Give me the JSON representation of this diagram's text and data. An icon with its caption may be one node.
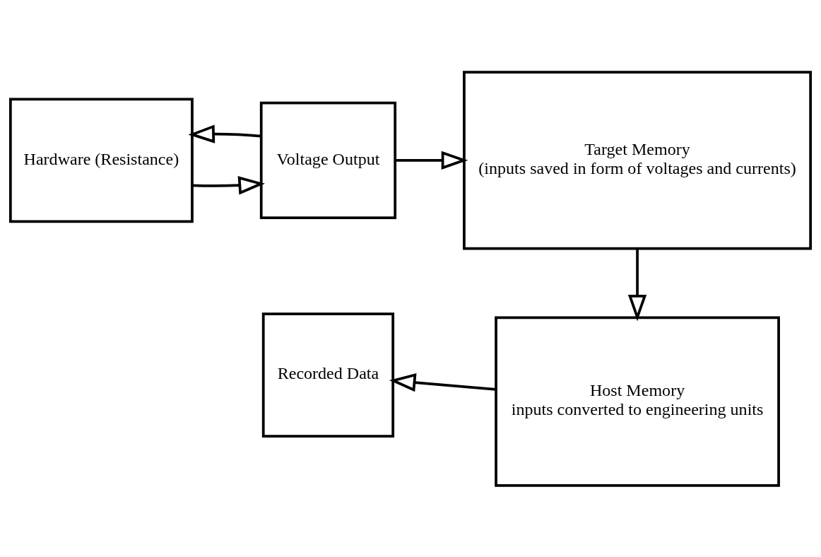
{
  "diagram": {
    "nodes": [
      {
        "text": [
          "Hardware (Resistance)"
        ]
      },
      {
        "text": [
          "Voltage Output"
        ]
      },
      {
        "text": [
          "Target Memory",
          "(inputs saved in form of voltages and currents)"
        ]
      },
      {
        "text": [
          "Host Memory",
          "inputs converted to engineering units"
        ]
      },
      {
        "text": [
          "Recorded Data"
        ]
      }
    ],
    "edges": [
      {
        "from": 0,
        "to": 1,
        "arrow": "to"
      },
      {
        "from": 1,
        "to": 0,
        "arrow": "to"
      },
      {
        "from": 1,
        "to": 2,
        "arrow": "to"
      },
      {
        "from": 2,
        "to": 3,
        "arrow": "to"
      },
      {
        "from": 3,
        "to": 4,
        "arrow": "to"
      }
    ]
  }
}
